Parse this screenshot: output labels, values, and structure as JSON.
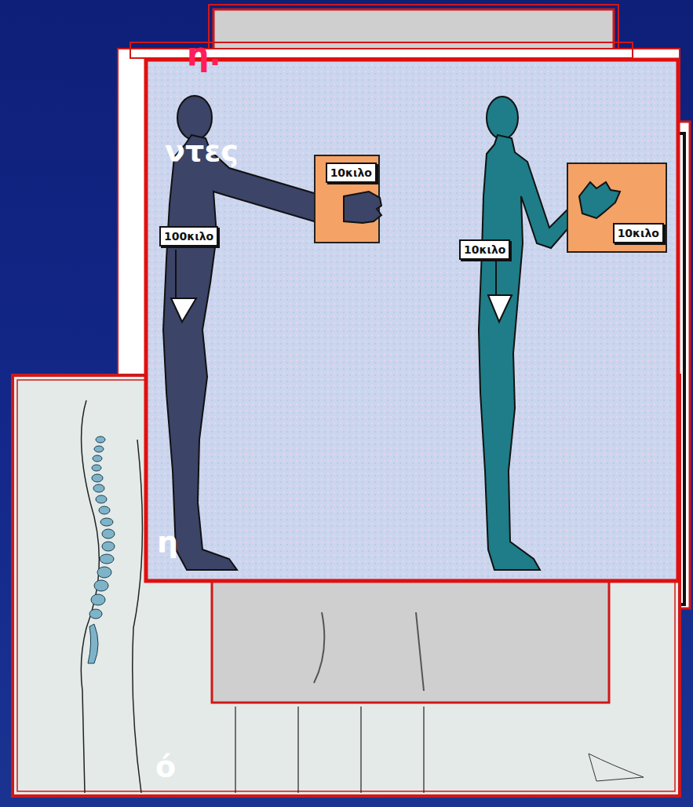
{
  "diagram": {
    "nodes": [
      {
        "text": [
          "10κιλο"
        ]
      },
      {
        "text": [
          "100κιλο"
        ]
      },
      {
        "text": [
          "10κιλο"
        ]
      },
      {
        "text": [
          "10κιλο"
        ]
      }
    ],
    "labels": [
      "η.",
      "ντες",
      "η",
      "ό"
    ]
  }
}
